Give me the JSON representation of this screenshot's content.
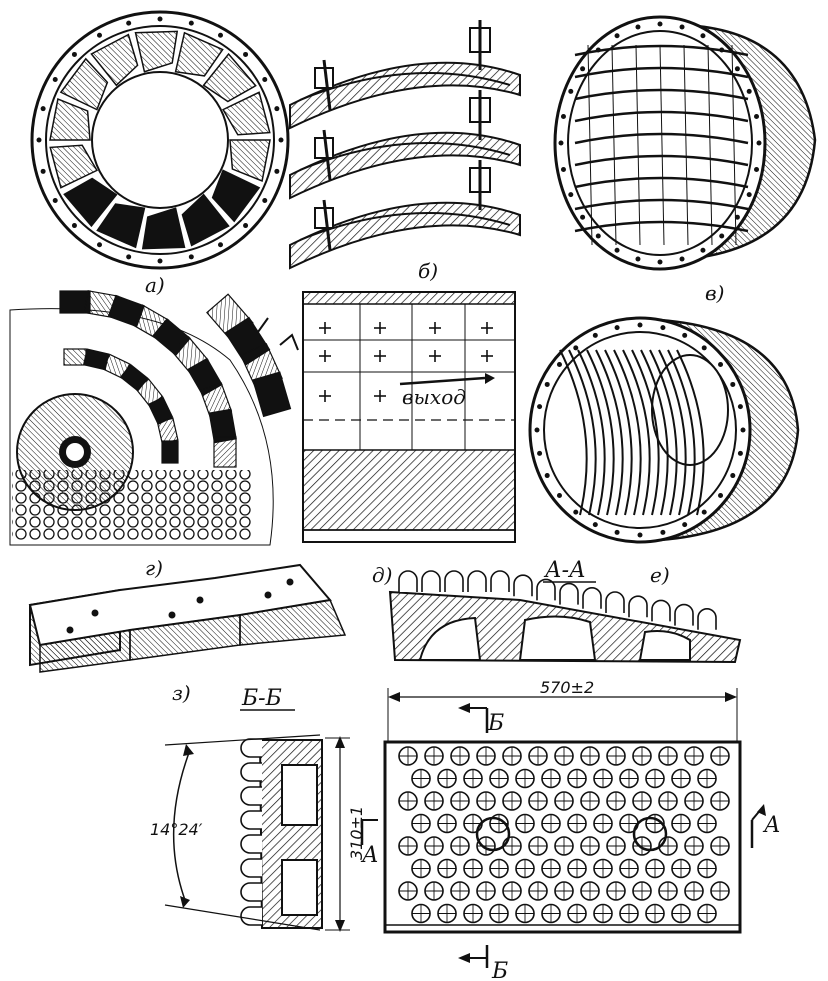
{
  "labels": {
    "a": "а)",
    "b": "б)",
    "v": "в)",
    "g": "г)",
    "d": "д)",
    "e": "е)",
    "z": "з)"
  },
  "panel_d": {
    "exit_text": "выход"
  },
  "sections": {
    "aa": "А-А",
    "bb": "Б-Б"
  },
  "section_marks": {
    "a": "А",
    "b": "Б"
  },
  "dimensions": {
    "width": "570±2",
    "height": "310±1",
    "angle": "14°24′"
  }
}
